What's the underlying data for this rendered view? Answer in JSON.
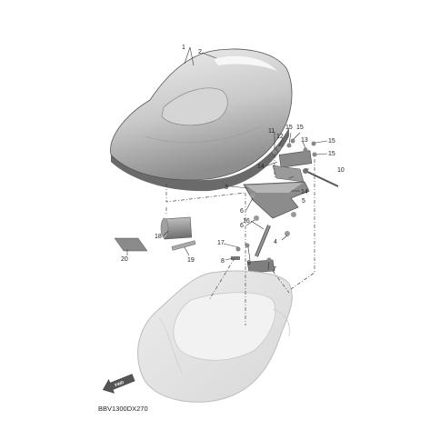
{
  "diagram": {
    "code": "BBV1300DX270",
    "arrow_label": "FWD",
    "callouts": [
      {
        "id": "c1",
        "text": "1"
      },
      {
        "id": "c2",
        "text": "2"
      },
      {
        "id": "c3",
        "text": "3"
      },
      {
        "id": "c4",
        "text": "4"
      },
      {
        "id": "c5",
        "text": "5"
      },
      {
        "id": "c6a",
        "text": "6"
      },
      {
        "id": "c6b",
        "text": "6"
      },
      {
        "id": "c7",
        "text": "7"
      },
      {
        "id": "c8",
        "text": "8"
      },
      {
        "id": "c9",
        "text": "9"
      },
      {
        "id": "c10",
        "text": "10"
      },
      {
        "id": "c11",
        "text": "11"
      },
      {
        "id": "c12",
        "text": "12"
      },
      {
        "id": "c13",
        "text": "13"
      },
      {
        "id": "c14a",
        "text": "14"
      },
      {
        "id": "c14b",
        "text": "14"
      },
      {
        "id": "c15a",
        "text": "15"
      },
      {
        "id": "c15b",
        "text": "15"
      },
      {
        "id": "c15c",
        "text": "15"
      },
      {
        "id": "c15d",
        "text": "15"
      },
      {
        "id": "c16",
        "text": "16"
      },
      {
        "id": "c17",
        "text": "17"
      },
      {
        "id": "c18",
        "text": "18"
      },
      {
        "id": "c19",
        "text": "19"
      },
      {
        "id": "c20",
        "text": "20"
      }
    ]
  }
}
